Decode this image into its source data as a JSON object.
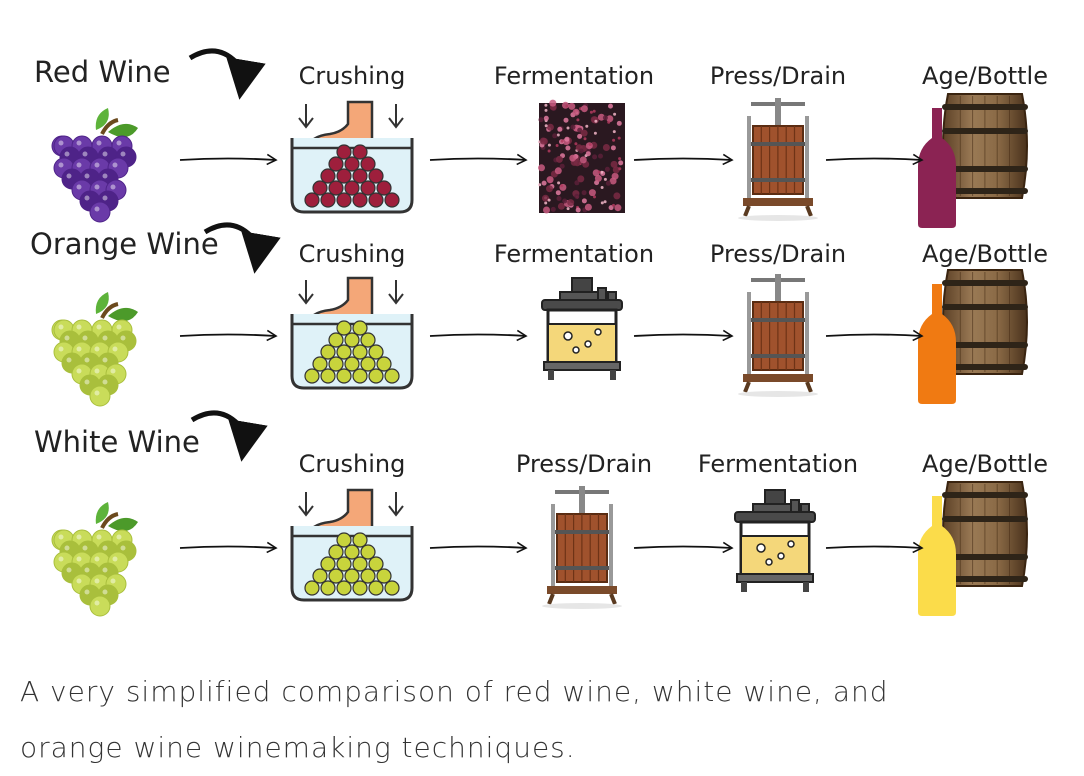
{
  "rows": [
    {
      "title": "Red Wine",
      "steps": [
        "Crushing",
        "Fermentation",
        "Press/Drain",
        "Age/Bottle"
      ],
      "colors": {
        "grape": "#6a3aa8",
        "grape_dark": "#4e2388",
        "bottle": "#8b2353",
        "crush_balls": "#9e1f3c"
      }
    },
    {
      "title": "Orange Wine",
      "steps": [
        "Crushing",
        "Fermentation",
        "Press/Drain",
        "Age/Bottle"
      ],
      "colors": {
        "grape": "#c9dc5a",
        "grape_dark": "#a9bf3c",
        "bottle": "#f07a12",
        "crush_balls": "#c8d43c"
      }
    },
    {
      "title": "White Wine",
      "steps": [
        "Crushing",
        "Press/Drain",
        "Fermentation",
        "Age/Bottle"
      ],
      "colors": {
        "grape": "#c9dc5a",
        "grape_dark": "#a9bf3c",
        "bottle": "#fbdc4a",
        "crush_balls": "#c8d43c"
      }
    }
  ],
  "caption": {
    "line1": "A very simplified comparison of red wine, white wine, and",
    "line2": "orange wine winemaking techniques."
  }
}
